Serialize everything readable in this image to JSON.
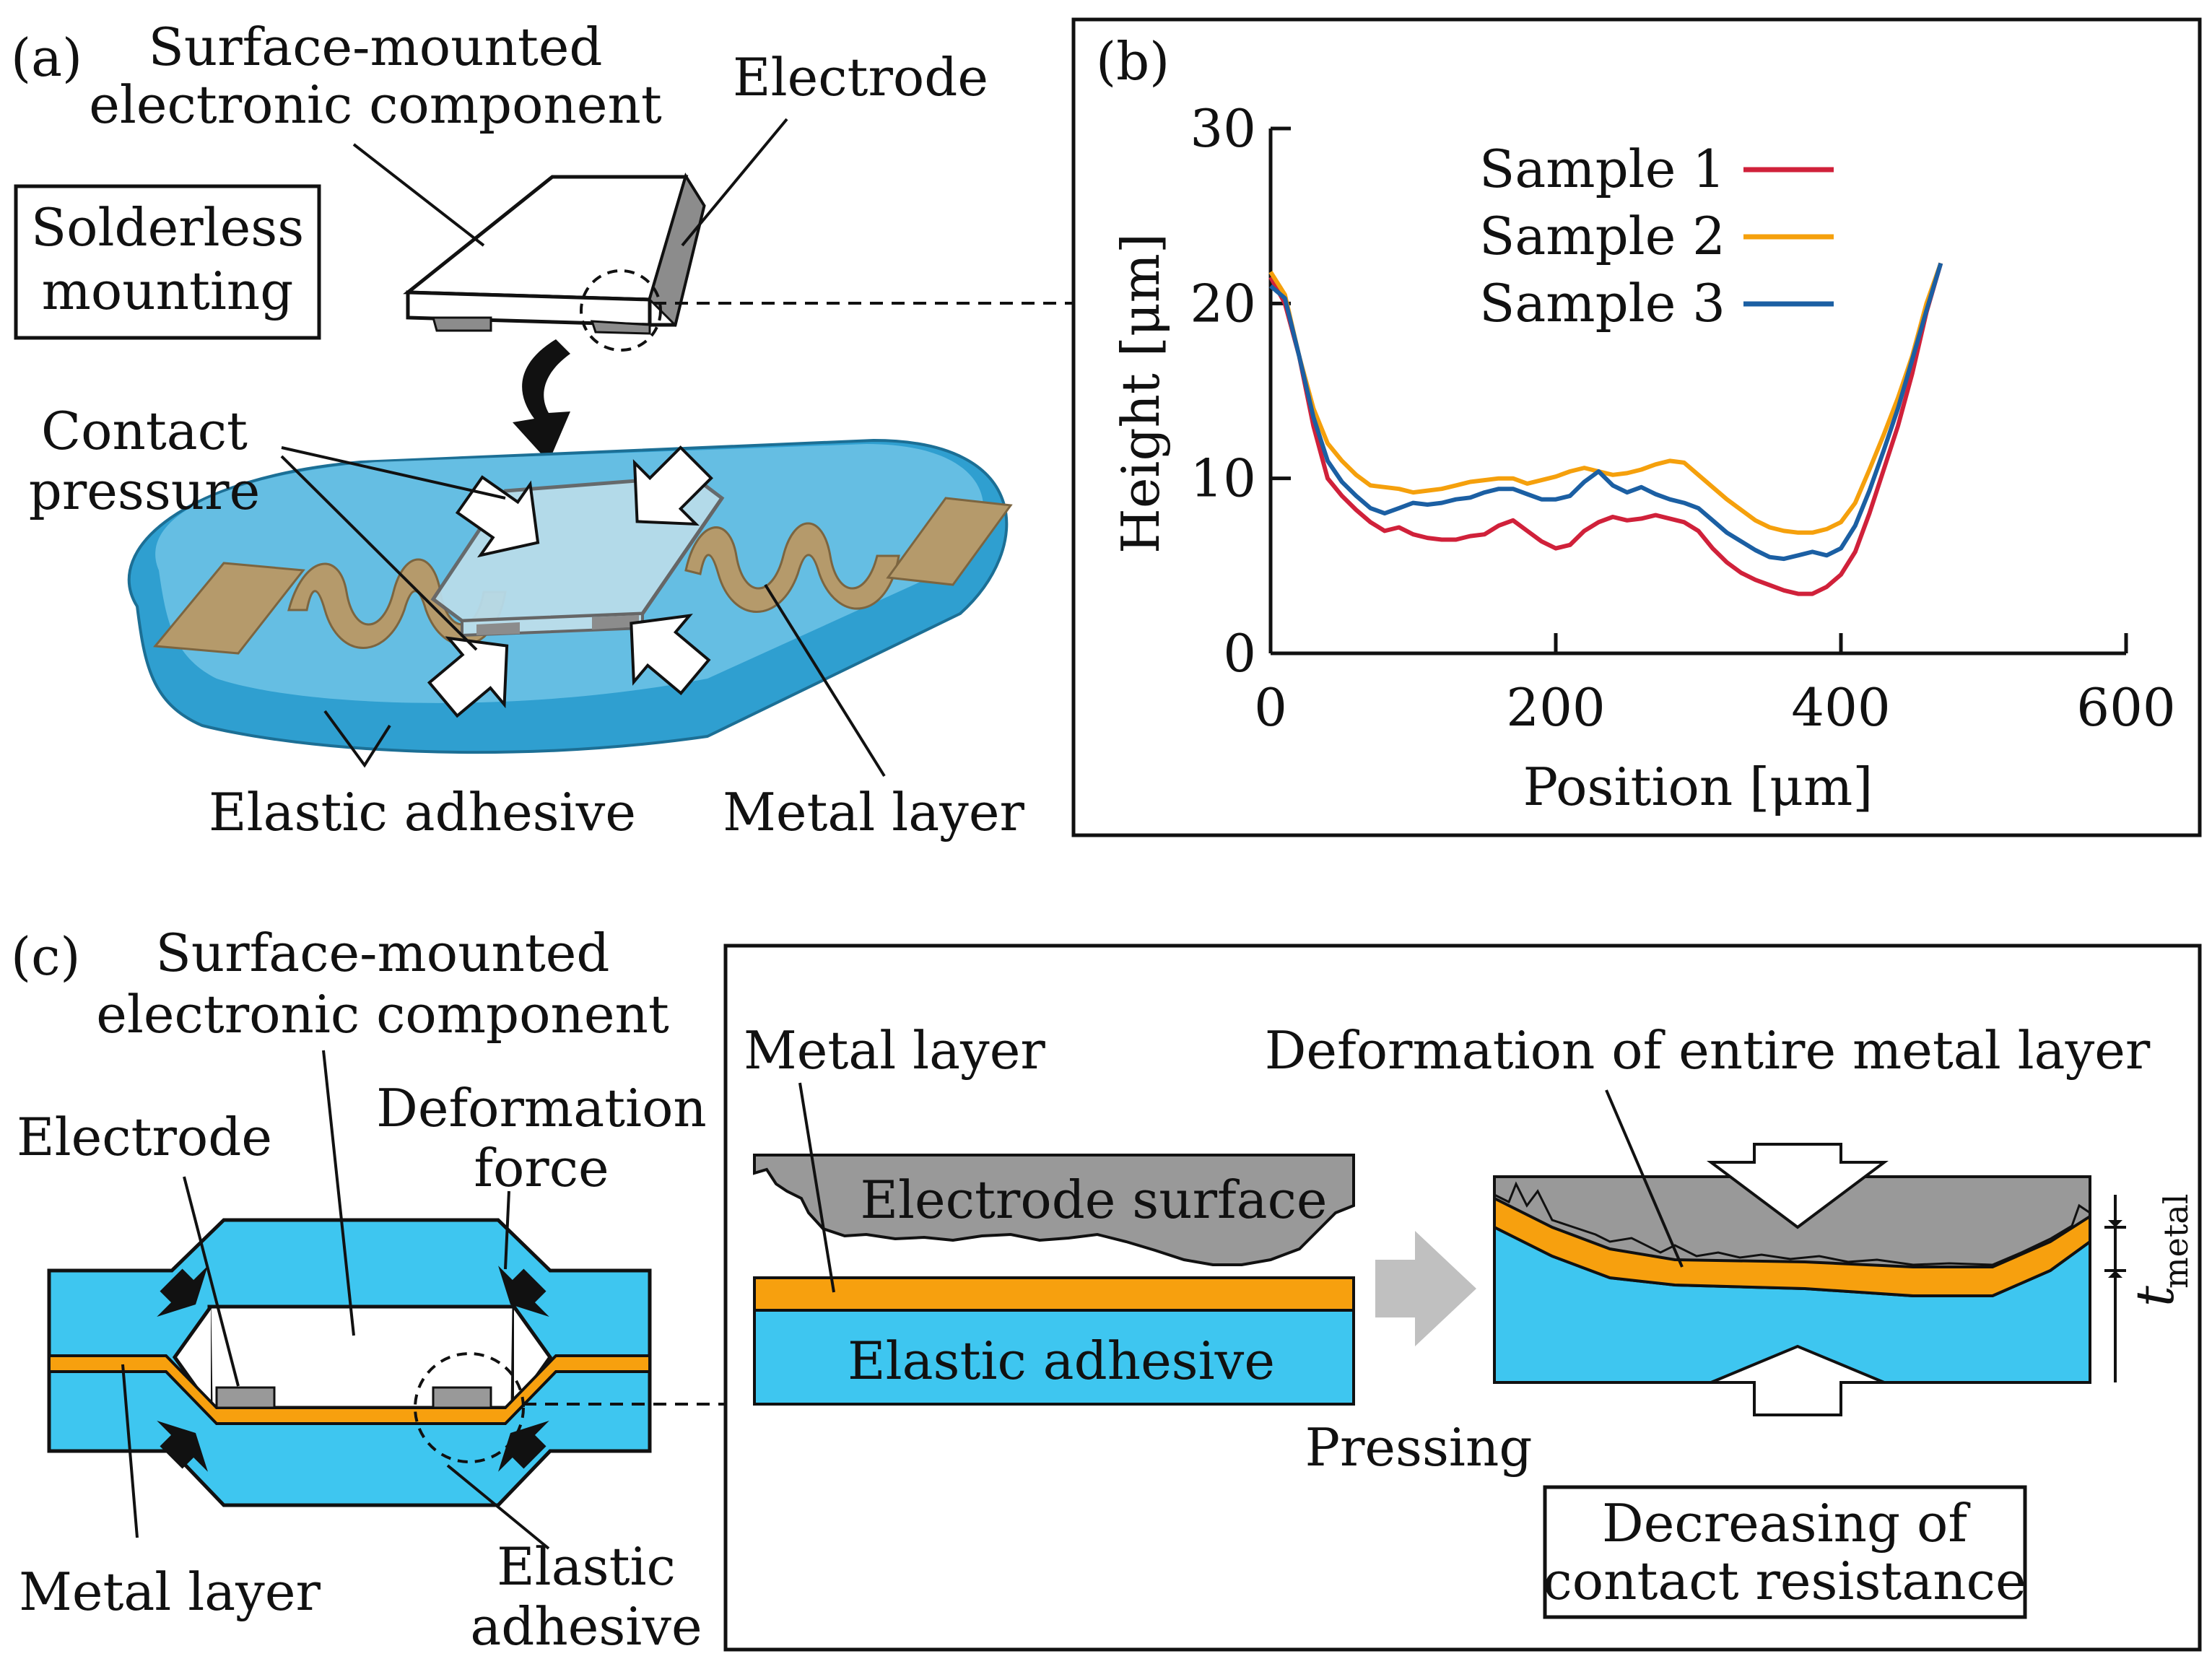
{
  "panel_a": {
    "label": "(a)",
    "component_label": [
      "Surface-mounted",
      "electronic component"
    ],
    "electrode_label": "Electrode",
    "solderless_label": [
      "Solderless",
      "mounting"
    ],
    "contact_pressure_label": [
      "Contact",
      "pressure"
    ],
    "elastic_adhesive_label": "Elastic adhesive",
    "metal_layer_label": "Metal layer",
    "colors": {
      "adhesive": "#3aa8d8",
      "adhesive_light": "#8fd0ea",
      "metal": "#b59a6b",
      "component": "#ffffff",
      "electrode": "#9a9a9a"
    }
  },
  "panel_b": {
    "label": "(b)",
    "chart_data": {
      "type": "line",
      "xlabel": "Position [μm]",
      "ylabel": "Height [μm]",
      "xlim": [
        0,
        600
      ],
      "ylim": [
        0,
        30
      ],
      "xticks": [
        "0",
        "200",
        "400",
        "600"
      ],
      "yticks": [
        "0",
        "10",
        "20",
        "30"
      ],
      "legend_position": "top-center",
      "grid": false,
      "series": [
        {
          "name": "Sample 1",
          "color": "#d0213a",
          "x": [
            0,
            10,
            20,
            30,
            40,
            50,
            60,
            70,
            80,
            90,
            100,
            110,
            120,
            130,
            140,
            150,
            160,
            170,
            180,
            190,
            200,
            210,
            220,
            230,
            240,
            250,
            260,
            270,
            280,
            290,
            300,
            310,
            320,
            330,
            340,
            350,
            360,
            370,
            380,
            390,
            400,
            410,
            420,
            430,
            440,
            450,
            460,
            470
          ],
          "y": [
            21.5,
            20,
            17,
            13,
            10,
            9,
            8.2,
            7.5,
            7,
            7.2,
            6.8,
            6.6,
            6.5,
            6.5,
            6.7,
            6.8,
            7.3,
            7.6,
            7,
            6.4,
            6,
            6.2,
            7,
            7.5,
            7.8,
            7.6,
            7.7,
            7.9,
            7.7,
            7.5,
            7,
            6,
            5.2,
            4.6,
            4.2,
            3.9,
            3.6,
            3.4,
            3.4,
            3.8,
            4.5,
            5.8,
            8,
            10.5,
            13,
            16,
            19.5,
            22.3
          ]
        },
        {
          "name": "Sample 2",
          "color": "#f5a00c",
          "x": [
            0,
            10,
            20,
            30,
            40,
            50,
            60,
            70,
            80,
            90,
            100,
            110,
            120,
            130,
            140,
            150,
            160,
            170,
            180,
            190,
            200,
            210,
            220,
            230,
            240,
            250,
            260,
            270,
            280,
            290,
            300,
            310,
            320,
            330,
            340,
            350,
            360,
            370,
            380,
            390,
            400,
            410,
            420,
            430,
            440,
            450,
            460,
            470
          ],
          "y": [
            21.8,
            20.5,
            17,
            14,
            12,
            11,
            10.2,
            9.6,
            9.5,
            9.4,
            9.2,
            9.3,
            9.4,
            9.6,
            9.8,
            9.9,
            10,
            10,
            9.7,
            9.9,
            10.1,
            10.4,
            10.6,
            10.4,
            10.2,
            10.3,
            10.5,
            10.8,
            11,
            10.9,
            10.2,
            9.5,
            8.8,
            8.2,
            7.6,
            7.2,
            7,
            6.9,
            6.9,
            7.1,
            7.5,
            8.6,
            10.5,
            12.5,
            14.6,
            17,
            20,
            22.3
          ]
        },
        {
          "name": "Sample 3",
          "color": "#1b5fa3",
          "x": [
            0,
            10,
            20,
            30,
            40,
            50,
            60,
            70,
            80,
            90,
            100,
            110,
            120,
            130,
            140,
            150,
            160,
            170,
            180,
            190,
            200,
            210,
            220,
            230,
            240,
            250,
            260,
            270,
            280,
            290,
            300,
            310,
            320,
            330,
            340,
            350,
            360,
            370,
            380,
            390,
            400,
            410,
            420,
            430,
            440,
            450,
            460,
            470
          ],
          "y": [
            21,
            20.3,
            17,
            13.5,
            11,
            9.8,
            9,
            8.3,
            8,
            8.3,
            8.6,
            8.5,
            8.6,
            8.8,
            8.9,
            9.2,
            9.4,
            9.4,
            9.1,
            8.8,
            8.8,
            9,
            9.8,
            10.4,
            9.6,
            9.2,
            9.5,
            9.1,
            8.8,
            8.6,
            8.3,
            7.6,
            6.9,
            6.4,
            5.9,
            5.5,
            5.4,
            5.6,
            5.8,
            5.6,
            6,
            7.3,
            9.3,
            11.6,
            14,
            16.8,
            19.6,
            22.3
          ]
        }
      ]
    }
  },
  "panel_c": {
    "label": "(c)",
    "component_label": [
      "Surface-mounted",
      "electronic component"
    ],
    "electrode_label": "Electrode",
    "deformation_force_label": [
      "Deformation",
      "force"
    ],
    "metal_layer_label": "Metal layer",
    "elastic_adhesive_label": [
      "Elastic",
      "adhesive"
    ],
    "inset_metal_layer_label": "Metal layer",
    "electrode_surface_label": "Electrode surface",
    "inset_elastic_adhesive_label": "Elastic adhesive",
    "deformation_entire_label": "Deformation of entire metal layer",
    "pressing_label": "Pressing",
    "decreasing_label": [
      "Decreasing of",
      "contact resistance"
    ],
    "t_metal_symbol": "t",
    "t_metal_subscript": "metal",
    "colors": {
      "adhesive": "#3ec6f0",
      "metal": "#f7a00e",
      "electrode": "#999999",
      "arrow_gray": "#c0c0c0"
    }
  }
}
